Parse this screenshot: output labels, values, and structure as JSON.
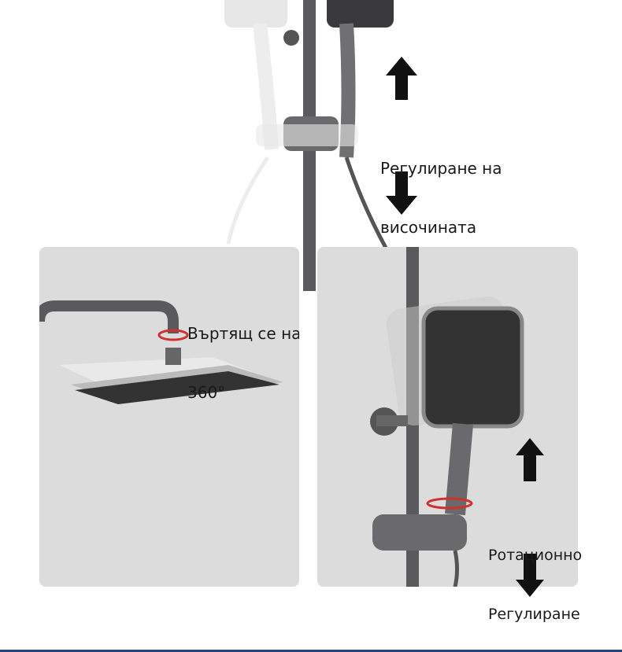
{
  "labels": {
    "height_adjust_line1": "Регулиране на",
    "height_adjust_line2": "височината",
    "rotate_line1": "Въртящ се на",
    "rotate_line2": "360°",
    "rotation_adjust_line1": "Ротационно",
    "rotation_adjust_line2": "Регулиране"
  },
  "colors": {
    "panel": "#dcdcdc",
    "pipe": "#5a5a5c",
    "arrow": "#111111",
    "rotation_marker": "#d0312d",
    "bottom_bar": "#1f4a78"
  }
}
